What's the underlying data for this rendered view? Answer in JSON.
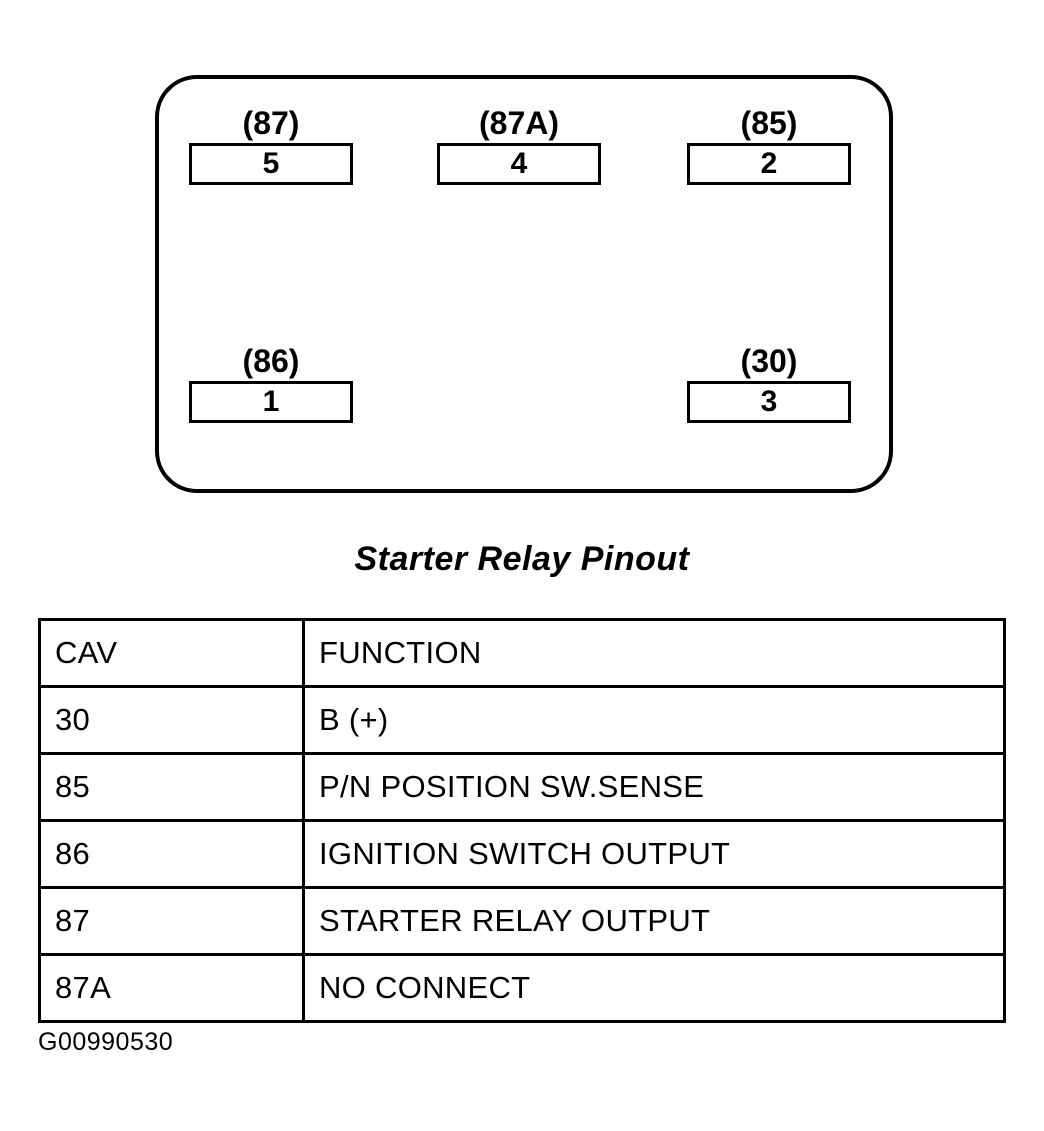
{
  "diagram": {
    "caption": "Starter Relay Pinout",
    "terminals": [
      {
        "label": "(87)",
        "number": "5",
        "row": "top",
        "position": "left"
      },
      {
        "label": "(87A)",
        "number": "4",
        "row": "top",
        "position": "center"
      },
      {
        "label": "(85)",
        "number": "2",
        "row": "top",
        "position": "right"
      },
      {
        "label": "(86)",
        "number": "1",
        "row": "bottom",
        "position": "left"
      },
      {
        "label": "(30)",
        "number": "3",
        "row": "bottom",
        "position": "right"
      }
    ]
  },
  "table": {
    "headers": [
      "CAV",
      "FUNCTION"
    ],
    "rows": [
      {
        "cav": "30",
        "function": "B (+)"
      },
      {
        "cav": "85",
        "function": "P/N POSITION SW.SENSE"
      },
      {
        "cav": "86",
        "function": "IGNITION SWITCH OUTPUT"
      },
      {
        "cav": "87",
        "function": "STARTER RELAY OUTPUT"
      },
      {
        "cav": "87A",
        "function": "NO CONNECT"
      }
    ]
  },
  "figure_id": "G00990530",
  "colors": {
    "ink": "#000000",
    "background": "#ffffff"
  }
}
